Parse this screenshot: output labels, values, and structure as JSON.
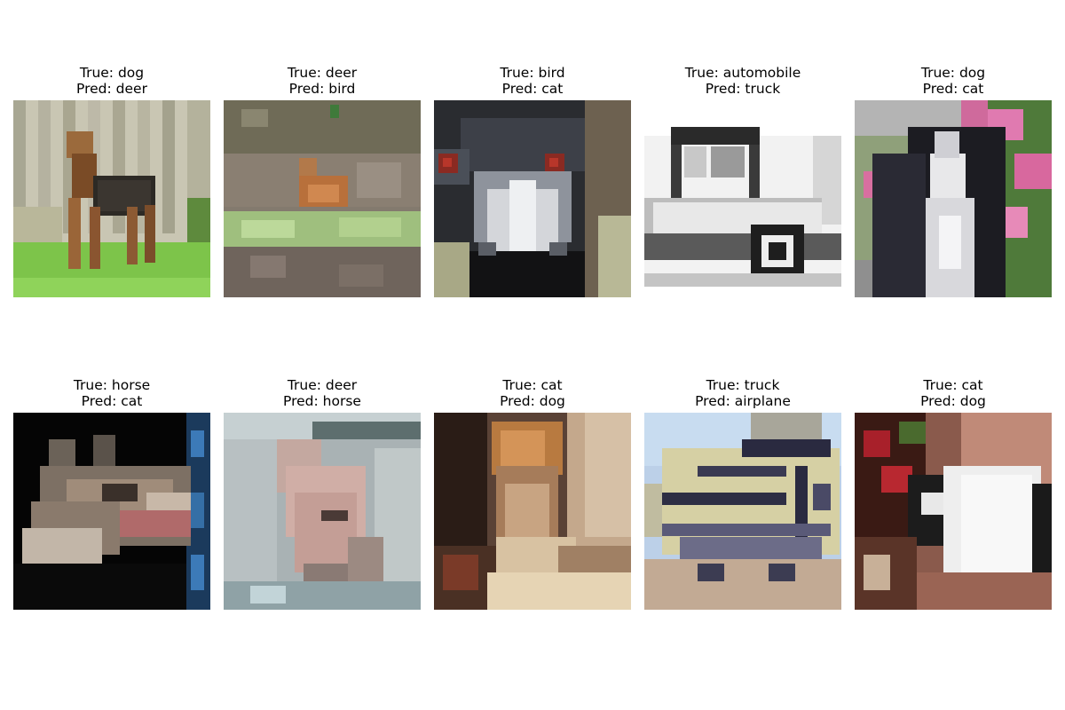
{
  "figure": {
    "panels": [
      {
        "true_label": "True: dog",
        "pred_label": "Pred: deer",
        "subject": "dog"
      },
      {
        "true_label": "True: deer",
        "pred_label": "Pred: bird",
        "subject": "deer"
      },
      {
        "true_label": "True: bird",
        "pred_label": "Pred: cat",
        "subject": "bird"
      },
      {
        "true_label": "True: automobile",
        "pred_label": "Pred: truck",
        "subject": "automobile"
      },
      {
        "true_label": "True: dog",
        "pred_label": "Pred: cat",
        "subject": "dog"
      },
      {
        "true_label": "True: horse",
        "pred_label": "Pred: cat",
        "subject": "horse"
      },
      {
        "true_label": "True: deer",
        "pred_label": "Pred: horse",
        "subject": "deer"
      },
      {
        "true_label": "True: cat",
        "pred_label": "Pred: dog",
        "subject": "cat"
      },
      {
        "true_label": "True: truck",
        "pred_label": "Pred: airplane",
        "subject": "truck"
      },
      {
        "true_label": "True: cat",
        "pred_label": "Pred: dog",
        "subject": "cat"
      }
    ]
  }
}
